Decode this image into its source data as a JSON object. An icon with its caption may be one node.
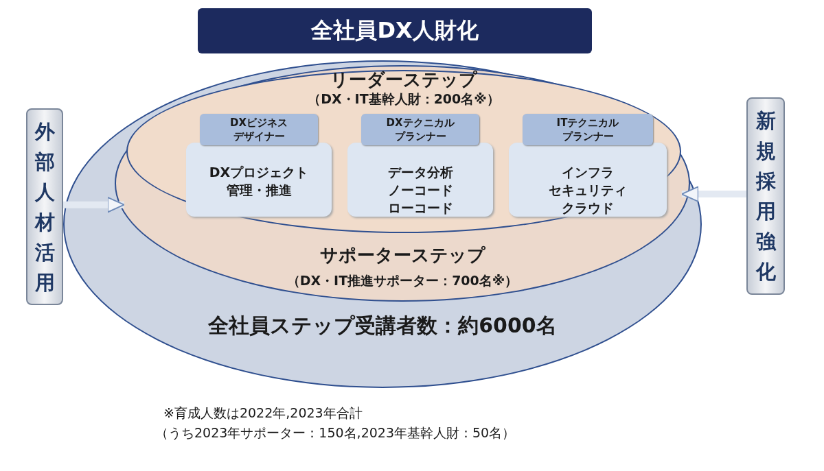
{
  "diagram": {
    "nodes": [
      {
        "text": [
          "全社員DX人財化"
        ]
      },
      {
        "text": [
          "全社員ステップ受講者数：約6000名"
        ]
      },
      {
        "text": [
          "サポーターステップ",
          "（DX・IT推進サポーター：700名※）"
        ],
        "in": 1
      },
      {
        "text": [
          "リーダーステップ",
          "（DX・IT基幹人財：200名※）"
        ],
        "in": 2
      },
      {
        "text": [
          "DXビジネスデザイナー",
          "DXプロジェクト管理・推進"
        ],
        "in": 3
      },
      {
        "text": [
          "DXテクニカルプランナー",
          "データ分析ノーコードローコード"
        ],
        "in": 3
      },
      {
        "text": [
          "ITテクニカルプランナー",
          "インフラセキュリティクラウド"
        ],
        "in": 3
      },
      {
        "text": [
          "外部人材活用"
        ]
      },
      {
        "text": [
          "新規採用強化"
        ]
      }
    ],
    "edges": [
      {
        "from": 7,
        "to": 2,
        "arrow": "to"
      },
      {
        "from": 8,
        "to": 2,
        "arrow": "to"
      }
    ],
    "labels": [
      "※育成人数は2022年,2023年合計",
      "（うち2023年サポーター：150名,2023年基幹人財：50名）"
    ]
  }
}
